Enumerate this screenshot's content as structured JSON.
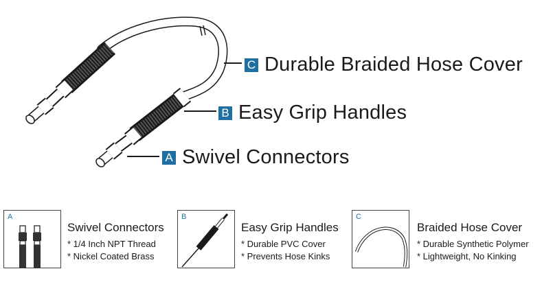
{
  "callouts": [
    {
      "letter": "C",
      "label": "Durable Braided Hose Cover"
    },
    {
      "letter": "B",
      "label": "Easy Grip Handles"
    },
    {
      "letter": "A",
      "label": "Swivel Connectors"
    }
  ],
  "features": [
    {
      "letter": "A",
      "title": "Swivel Connectors",
      "bullets": [
        "* 1/4 Inch NPT Thread",
        "* Nickel Coated Brass"
      ]
    },
    {
      "letter": "B",
      "title": "Easy Grip Handles",
      "bullets": [
        "* Durable PVC Cover",
        "* Prevents Hose Kinks"
      ]
    },
    {
      "letter": "C",
      "title": "Braided Hose Cover",
      "bullets": [
        "* Durable Synthetic Polymer",
        "* Lightweight, No Kinking"
      ]
    }
  ],
  "colors": {
    "accent": "#1f6fa3",
    "line": "#1a1a1a"
  }
}
